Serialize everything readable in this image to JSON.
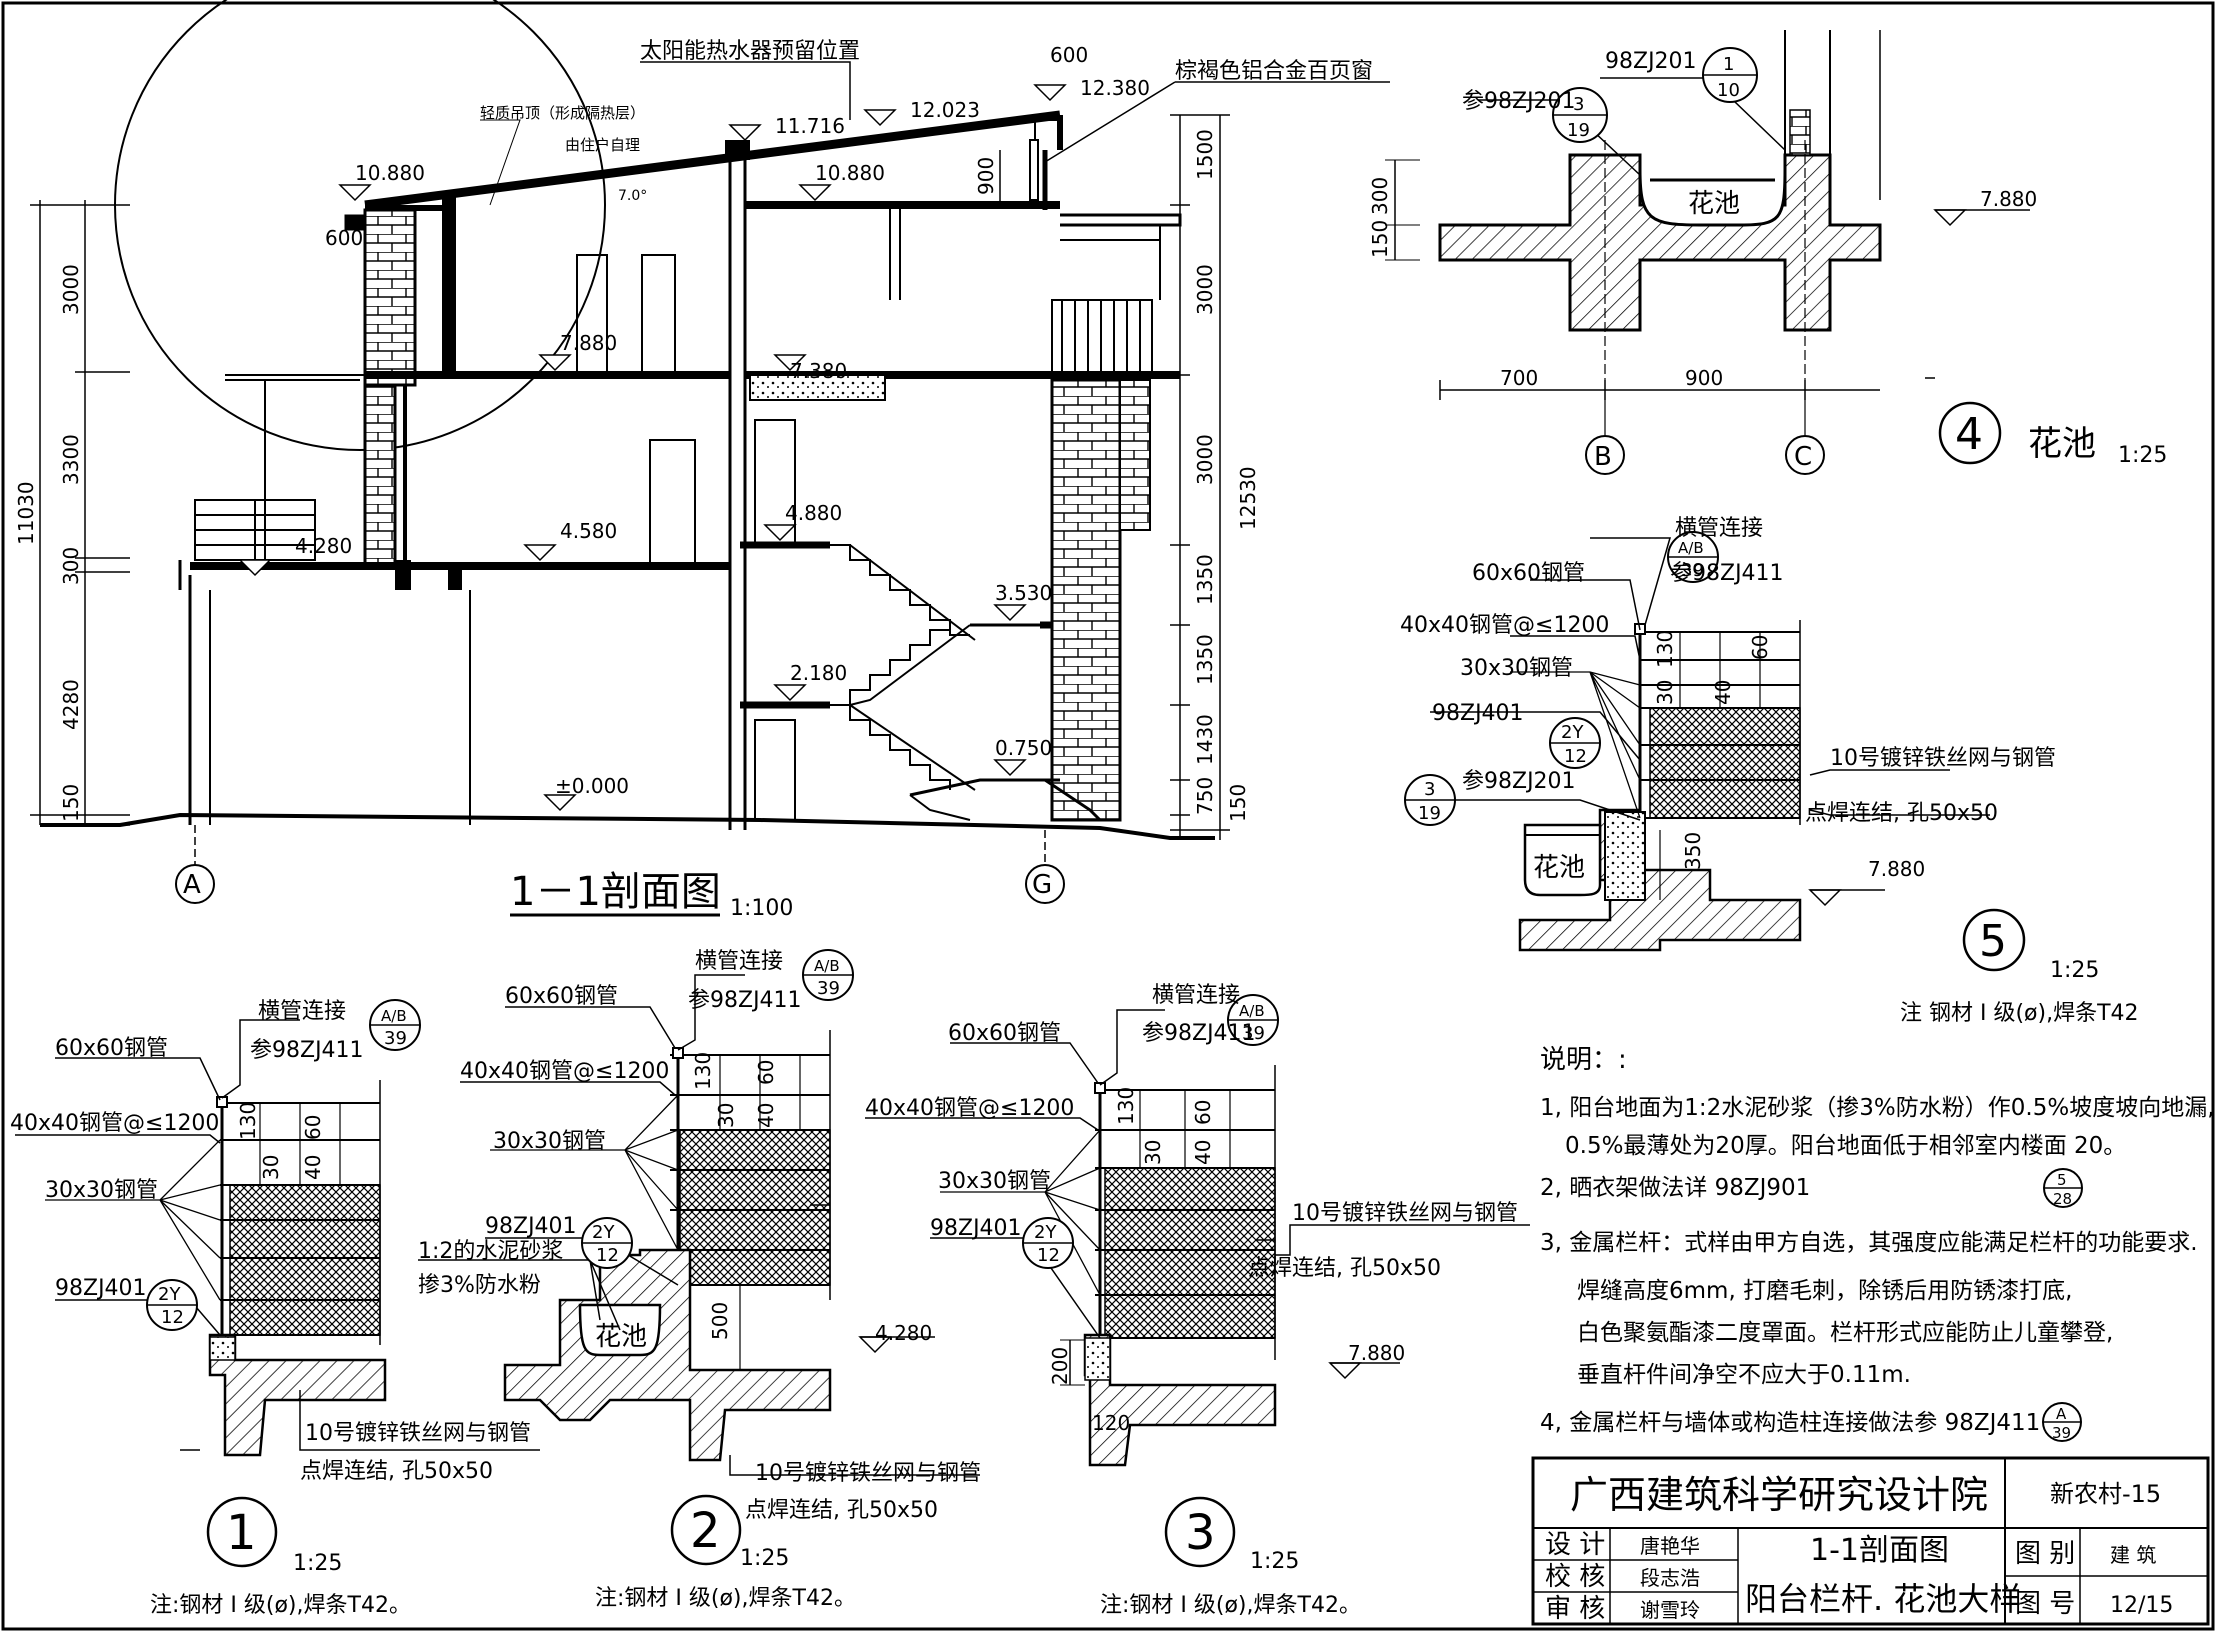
{
  "section": {
    "title": "1－1剖面图",
    "scale": "1:100",
    "axes": [
      "A",
      "G"
    ],
    "labels": {
      "solar": "太阳能热水器预留位置",
      "louver": "棕褐色铝合金百页窗",
      "ceiling1": "轻质吊顶（形成隔热层）",
      "ceiling2": "由住户自理",
      "slope": "7.0°"
    },
    "elevations": [
      "10.880",
      "11.716",
      "12.023",
      "12.380",
      "10.880",
      "7.880",
      "7.380",
      "4.580",
      "4.880",
      "3.530",
      "4.280",
      "2.180",
      "0.750",
      "±0.000"
    ],
    "dims_left": [
      "3000",
      "3300",
      "300",
      "4280",
      "150",
      "11030",
      "600",
      "600"
    ],
    "dims_right": [
      "1500",
      "3000",
      "3000",
      "1350",
      "1350",
      "1430",
      "750",
      "150",
      "12530",
      "900"
    ]
  },
  "detail4": {
    "ref1": "98ZJ201",
    "ref1_num": "1",
    "ref1_den": "10",
    "ref2": "参98ZJ201",
    "ref2_num": "3",
    "ref2_den": "19",
    "pool": "花池",
    "elev": "7.880",
    "dims_h": [
      "700",
      "900"
    ],
    "dims_v": [
      "300",
      "150"
    ],
    "axes": [
      "B",
      "C"
    ],
    "num": "4",
    "name": "花池",
    "scale": "1:25"
  },
  "detail5": {
    "l1": "横管连接",
    "l1b": "参98ZJ411",
    "ref_num": "A/B",
    "ref_den": "39",
    "l2": "60x60钢管",
    "l3": "40x40钢管@≤1200",
    "l4": "30x30钢管",
    "l5": "98ZJ401",
    "ref5_num": "2Y",
    "ref5_den": "12",
    "l6": "参98ZJ201",
    "ref6_num": "3",
    "ref6_den": "19",
    "mesh1": "10号镀锌铁丝网与钢管",
    "mesh2": "点焊连结, 孔50x50",
    "pool": "花池",
    "elev": "7.880",
    "dims": [
      "130",
      "60",
      "30",
      "40",
      "350"
    ],
    "num": "5",
    "scale": "1:25",
    "note": "注 钢材 I 级(ø),焊条T42"
  },
  "detail1": {
    "l1": "横管连接",
    "l1b": "参98ZJ411",
    "ref_num": "A/B",
    "ref_den": "39",
    "l2": "60x60钢管",
    "l3": "40x40钢管@≤1200",
    "l4": "30x30钢管",
    "l5": "98ZJ401",
    "ref5_num": "2Y",
    "ref5_den": "12",
    "mesh1": "10号镀锌铁丝网与钢管",
    "mesh2": "点焊连结, 孔50x50",
    "dims": [
      "130",
      "60",
      "30",
      "40"
    ],
    "num": "1",
    "scale": "1:25",
    "note": "注:钢材 I 级(ø),焊条T42。"
  },
  "detail2": {
    "l1": "横管连接",
    "l1b": "参98ZJ411",
    "ref_num": "A/B",
    "ref_den": "39",
    "l2": "60x60钢管",
    "l3": "40x40钢管@≤1200",
    "l4": "30x30钢管",
    "l5": "98ZJ401",
    "ref5_num": "2Y",
    "ref5_den": "12",
    "mortar1": "1:2的水泥砂浆",
    "mortar2": "掺3%防水粉",
    "pool": "花池",
    "elev": "4.280",
    "mesh1": "10号镀锌铁丝网与钢管",
    "mesh2": "点焊连结, 孔50x50",
    "dims": [
      "130",
      "60",
      "30",
      "40",
      "500"
    ],
    "num": "2",
    "scale": "1:25",
    "note": "注:钢材 I 级(ø),焊条T42。"
  },
  "detail3": {
    "l1": "横管连接",
    "l1b": "参98ZJ411",
    "ref_num": "A/B",
    "ref_den": "39",
    "l2": "60x60钢管",
    "l3": "40x40钢管@≤1200",
    "l4": "30x30钢管",
    "l5": "98ZJ401",
    "ref5_num": "2Y",
    "ref5_den": "12",
    "mesh1": "10号镀锌铁丝网与钢管",
    "mesh2": "点焊连结, 孔50x50",
    "elev": "7.880",
    "dims": [
      "130",
      "60",
      "30",
      "40",
      "200",
      "120"
    ],
    "num": "3",
    "scale": "1:25",
    "note": "注:钢材 I 级(ø),焊条T42。"
  },
  "notes": {
    "title": "说明：:",
    "n1a": "1, 阳台地面为1:2水泥砂浆（掺3%防水粉）作0.5%坡度坡向地漏,",
    "n1b": "0.5%最薄处为20厚。阳台地面低于相邻室内楼面 20。",
    "n2": "2, 晒衣架做法详 98ZJ901",
    "n2_num": "5",
    "n2_den": "28",
    "n3a": "3, 金属栏杆：式样由甲方自选，其强度应能满足栏杆的功能要求.",
    "n3b": "焊缝高度6mm, 打磨毛刺，除锈后用防锈漆打底,",
    "n3c": "白色聚氨酯漆二度罩面。栏杆形式应能防止儿童攀登,",
    "n3d": "垂直杆件间净空不应大于0.11m.",
    "n4": "4, 金属栏杆与墙体或构造柱连接做法参 98ZJ411",
    "n4_num": "A",
    "n4_den": "39"
  },
  "titleblock": {
    "org": "广西建筑科学研究设计院",
    "project": "新农村-15",
    "design_label": "设 计",
    "design_name": "唐艳华",
    "check_label": "校 核",
    "check_name": "段志浩",
    "review_label": "审 核",
    "review_name": "谢雪玲",
    "drawing_title1": "1-1剖面图",
    "drawing_title2": "阳台栏杆. 花池大样",
    "category_label": "图 别",
    "category_value": "建 筑",
    "number_label": "图 号",
    "number_value": "12/15"
  }
}
